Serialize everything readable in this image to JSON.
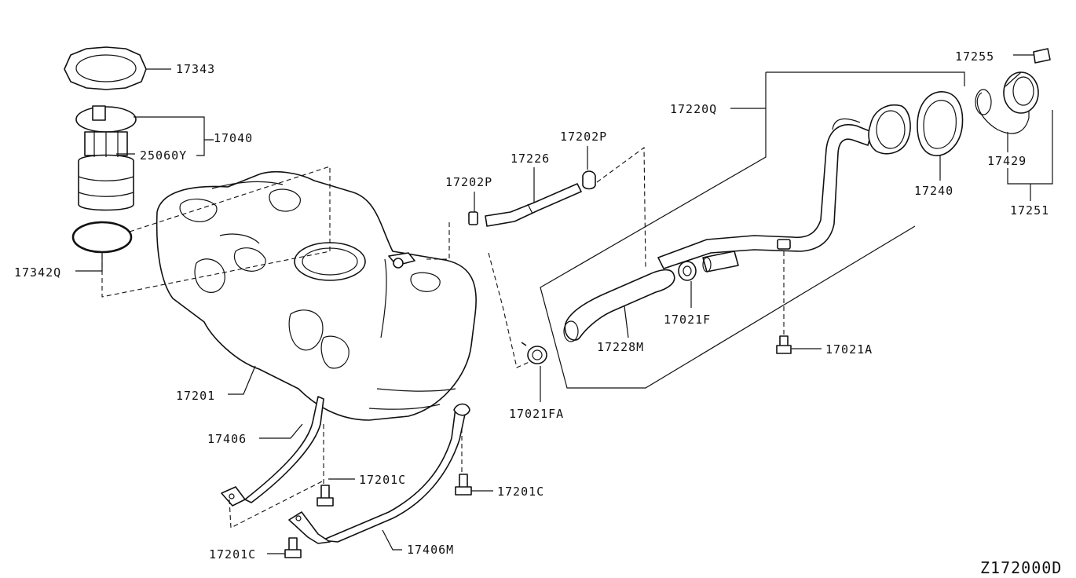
{
  "diagram_id": "Z172000D",
  "callouts": {
    "c17343": "17343",
    "c17040": "17040",
    "c25060Y": "25060Y",
    "c17342Q": "17342Q",
    "c17201": "17201",
    "c17406": "17406",
    "c17201C_a": "17201C",
    "c17201C_b": "17201C",
    "c17201C_c": "17201C",
    "c17406M": "17406M",
    "c17202P_a": "17202P",
    "c17226": "17226",
    "c17202P_b": "17202P",
    "c17021FA": "17021FA",
    "c17228M": "17228M",
    "c17021F": "17021F",
    "c17220Q": "17220Q",
    "c17240": "17240",
    "c17021A": "17021A",
    "c17255": "17255",
    "c17429": "17429",
    "c17251": "17251"
  },
  "parts_icons": {
    "tank": "fuel-tank-icon",
    "pump": "fuel-pump-icon",
    "filler": "filler-tube-icon",
    "cap": "fuel-cap-icon"
  }
}
